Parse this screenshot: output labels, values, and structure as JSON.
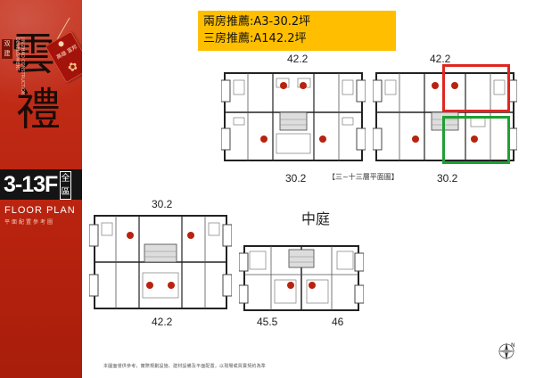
{
  "brochure": {
    "brand_char_1": "雲",
    "brand_char_2": "禮",
    "brand_seal": "双建",
    "brand_sub_vertical": "JIN ZHAO CONSTRUCTION DEVELOPMENT",
    "tag_text": "高雄 富邦",
    "floor_range": "3-13F",
    "floor_scope": "全區",
    "floor_plan_en": "FLOOR PLAN",
    "floor_plan_zh": "平面配置參考圖"
  },
  "recommendation": {
    "two_room": "兩房推薦:A3-30.2坪",
    "three_room": "三房推薦:A142.2坪"
  },
  "colors": {
    "brand_red": "#b8230f",
    "highlight_yellow": "#ffbf00",
    "three_room_box": "#e0261f",
    "two_room_box": "#1fa032",
    "unit_marker": "#b8230f"
  },
  "plans": {
    "plan_a": {
      "top_size": "42.2",
      "bottom_size": "30.2"
    },
    "plan_b": {
      "top_size": "42.2",
      "bottom_size": "30.2"
    },
    "plan_c": {
      "top_size": "30.2",
      "bottom_size": "42.2"
    },
    "plan_d": {
      "left_size": "45.5",
      "right_size": "46"
    },
    "floor_caption": "【三~十三層平面圖】",
    "courtyard_label": "中庭"
  },
  "disclaimer": "本圖面僅供參考，實際規劃設施、建材設備及平面配置，以現場或買賣契約為準",
  "compass_label": "N"
}
